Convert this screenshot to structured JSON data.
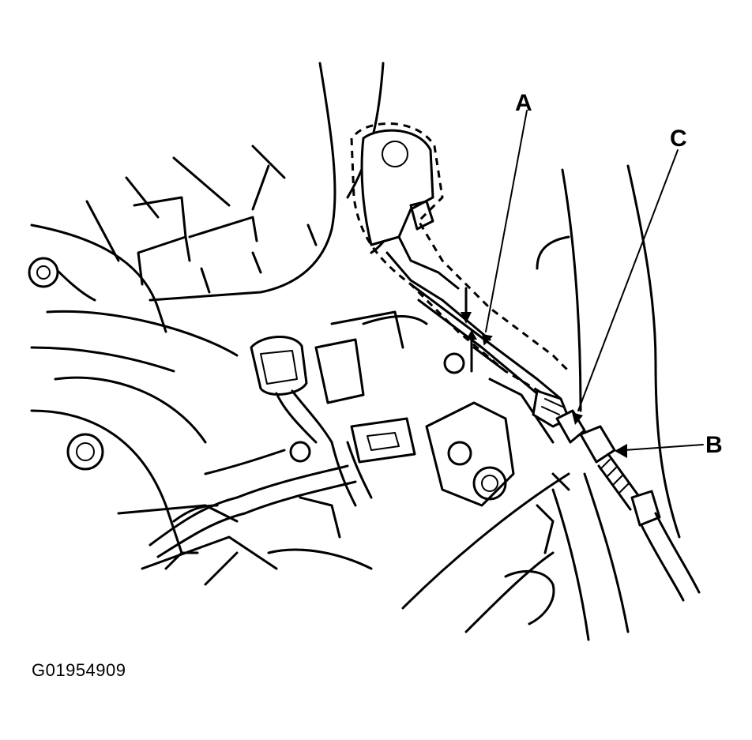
{
  "diagram": {
    "callouts": [
      {
        "id": "A",
        "label": "A"
      },
      {
        "id": "B",
        "label": "B"
      },
      {
        "id": "C",
        "label": "C"
      }
    ],
    "figure_code": "G01954909"
  }
}
